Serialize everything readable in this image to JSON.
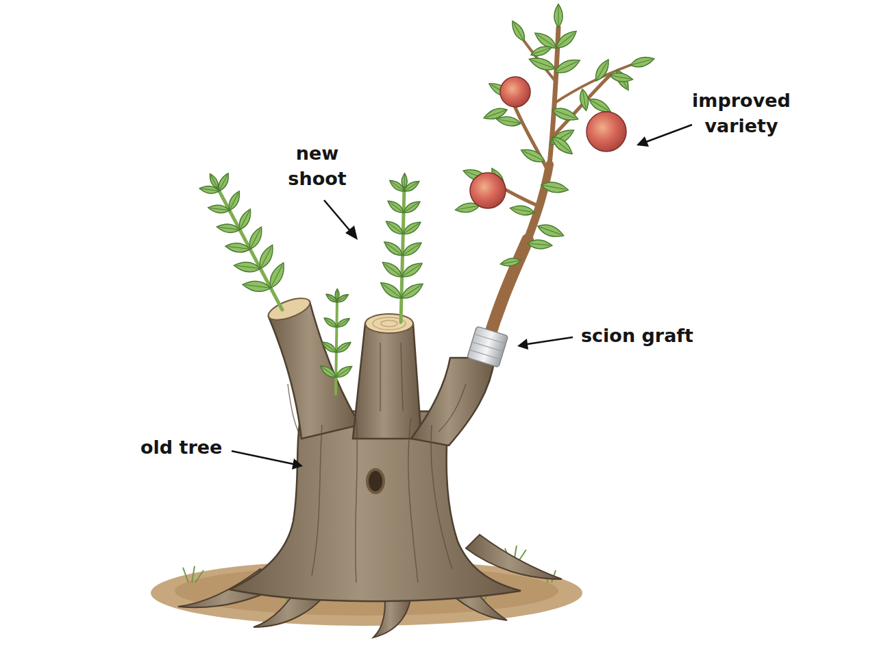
{
  "diagram": {
    "labels": [
      "improved variety",
      "new shoot",
      "scion graft",
      "old tree"
    ]
  }
}
